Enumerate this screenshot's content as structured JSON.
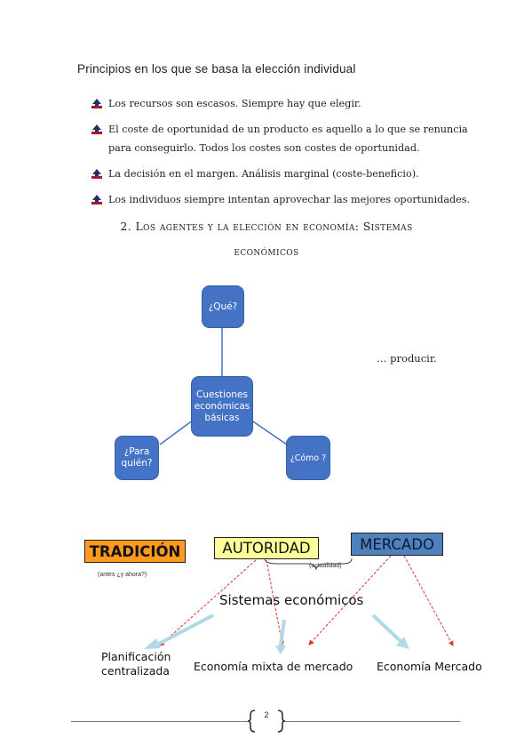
{
  "heading": "Principios en los que se basa la elección individual",
  "bullets": [
    [
      "Los recursos son escasos. Siempre hay que elegir."
    ],
    [
      "El coste de oportunidad de un producto es aquello a lo que se renuncia",
      "para conseguirlo. Todos los costes son costes de oportunidad."
    ],
    [
      "La decisión en el margen. Análisis marginal (coste-beneficio)."
    ],
    [
      "Los individuos siempre intentan aprovechar las mejores oportunidades."
    ]
  ],
  "section": {
    "line1": "2.  Los agentes y la elección en economía: Sistemas",
    "line2": "económicos"
  },
  "cycle": {
    "center": "Cuestiones económicas básicas",
    "top": "¿Qué?",
    "left": "¿Para quién?",
    "right": "¿Cómo ?"
  },
  "side_text": "… producir.",
  "systems": {
    "tradicion": "TRADICIÓN",
    "tradicion_note": "(antes ¿y ahora?)",
    "autoridad": "AUTORIDAD",
    "autoridad_note": "(actualidad)",
    "mercado": "MERCADO",
    "title": "Sistemas económicos",
    "out_plan_1": "Planificación",
    "out_plan_2": "centralizada",
    "out_mixta": "Economía mixta de mercado",
    "out_mercado": "Economía Mercado",
    "colors": {
      "tradicion": "#ff9a1f",
      "autoridad": "#ffff99",
      "mercado": "#4f81bd"
    }
  },
  "footer": {
    "page": "2"
  }
}
